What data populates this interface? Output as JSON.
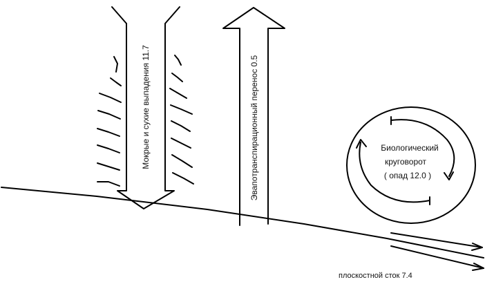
{
  "labels": {
    "deposition": "Мокрые и сухие выпадения  11.7",
    "evapotranspiration": "Эвапотранспирационный перенос  0.5",
    "cycle_line1": "Биологический",
    "cycle_line2": "круговорот",
    "cycle_line3": "( опад 12.0 )",
    "runoff": "плоскостной сток  7.4"
  },
  "colors": {
    "ink": "#000000",
    "background": "#ffffff"
  }
}
